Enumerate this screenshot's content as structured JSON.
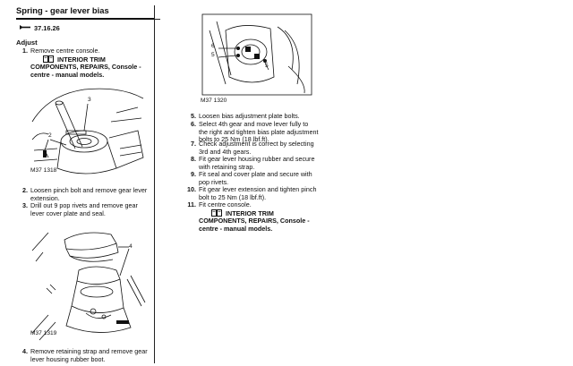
{
  "title": "Spring - gear lever bias",
  "ref_code": "37.16.26",
  "section": "Adjust",
  "left_steps": [
    {
      "num": "1.",
      "text": "Remove centre console.",
      "xref": "INTERIOR TRIM COMPONENTS, REPAIRS, Console - centre - manual models."
    },
    {
      "num": "2.",
      "text": "Loosen pinch bolt and remove gear lever extension."
    },
    {
      "num": "3.",
      "text": "Drill out 9 pop rivets and remove gear  lever cover plate and seal."
    },
    {
      "num": "4.",
      "text": "Remove retaining strap and remove gear lever housing rubber boot."
    }
  ],
  "right_steps": [
    {
      "num": "5.",
      "text": "Loosen bias adjustment plate bolts."
    },
    {
      "num": "6.",
      "text": "Select 4th gear and move lever fully to the right and tighten bias plate adjustment  bolts to 25 Nm (18 lbf.ft)."
    },
    {
      "num": "7.",
      "text": "Check adjustment is correct by selecting 3rd and 4th gears."
    },
    {
      "num": "8.",
      "text": "Fit gear lever housing rubber and secure with retaining strap."
    },
    {
      "num": "9.",
      "text": "Fit seal and cover plate and secure with  pop rivets."
    },
    {
      "num": "10.",
      "text": "Fit gear lever extension and tighten  pinch bolt to 25 Nm (18 lbf.ft)."
    },
    {
      "num": "11.",
      "text": "Fit centre console.",
      "xref": "INTERIOR TRIM COMPONENTS, REPAIRS, Console - centre - manual models."
    }
  ],
  "figures": {
    "fig1": {
      "label": "M37 1318",
      "callouts": [
        "3",
        "2"
      ]
    },
    "fig2": {
      "label": "M37 1319",
      "callouts": [
        "4"
      ]
    },
    "fig3": {
      "label": "M37 1320",
      "callouts": [
        "6",
        "5",
        "5"
      ]
    }
  },
  "icons": {
    "ref_arrow": "wrench-arrow-icon",
    "xref_book": "book-reference-icon"
  }
}
